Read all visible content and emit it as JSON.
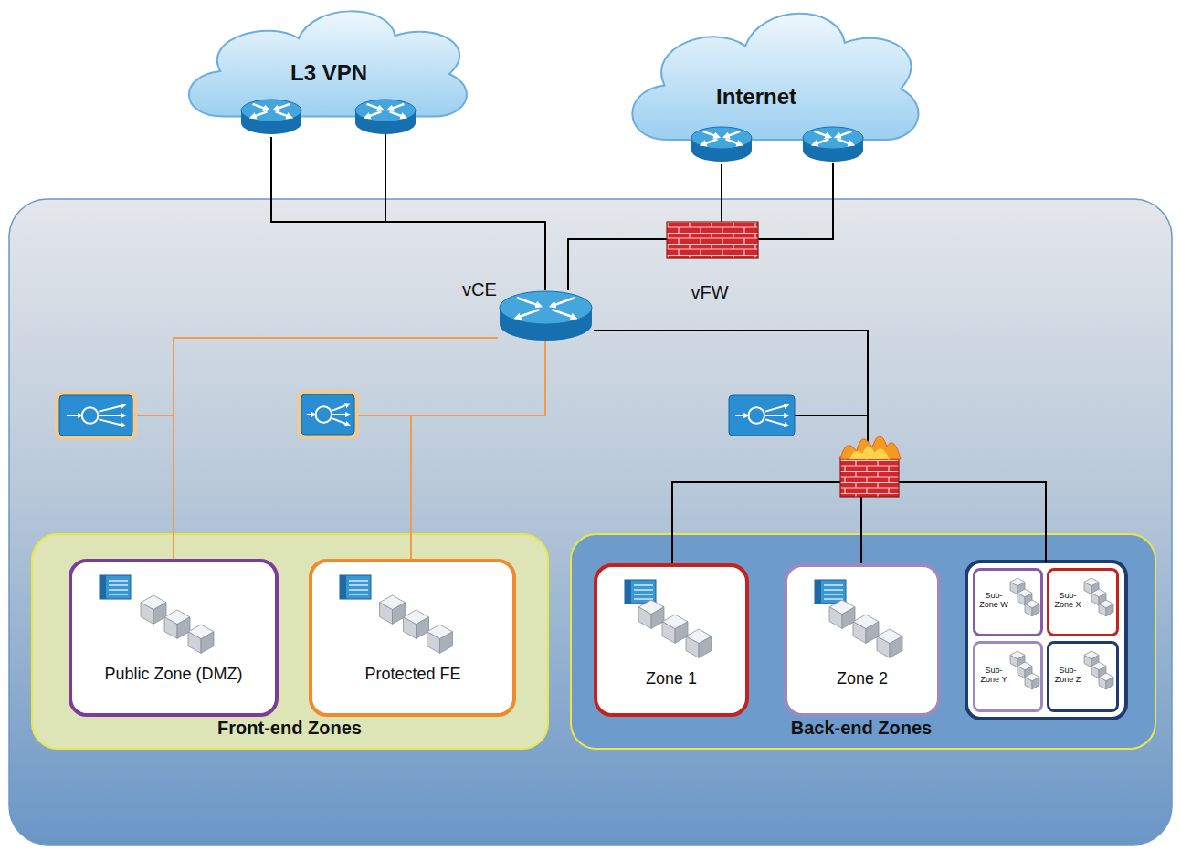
{
  "diagram": {
    "nodes": [
      {
        "text": [
          "L3 VPN"
        ]
      },
      {
        "text": [
          "Internet"
        ]
      },
      {
        "text": [
          "vCE"
        ]
      },
      {
        "text": [
          "vFW"
        ]
      },
      {
        "text": [
          "Front-end Zones"
        ]
      },
      {
        "text": [
          "Public Zone (DMZ)"
        ],
        "in": 4
      },
      {
        "text": [
          "Protected FE"
        ],
        "in": 4
      },
      {
        "text": [
          "Back-end Zones"
        ]
      },
      {
        "text": [
          "Zone 1"
        ],
        "in": 7
      },
      {
        "text": [
          "Zone 2"
        ],
        "in": 7
      },
      {
        "text": [
          "Sub-Zone W"
        ],
        "in": 7
      },
      {
        "text": [
          "Sub-Zone X"
        ],
        "in": 7
      },
      {
        "text": [
          "Sub-Zone Y"
        ],
        "in": 7
      },
      {
        "text": [
          "Sub-Zone Z"
        ],
        "in": 7
      }
    ],
    "edges": [
      {
        "from": 0,
        "to": 2,
        "arrow": "none"
      },
      {
        "from": 2,
        "to": 3,
        "arrow": "none"
      },
      {
        "from": 3,
        "to": 1,
        "arrow": "none"
      },
      {
        "from": 2,
        "to": 5,
        "arrow": "none"
      },
      {
        "from": 2,
        "to": 6,
        "arrow": "none"
      },
      {
        "from": 2,
        "to": 8,
        "arrow": "none"
      },
      {
        "from": 2,
        "to": 9,
        "arrow": "none"
      }
    ]
  }
}
